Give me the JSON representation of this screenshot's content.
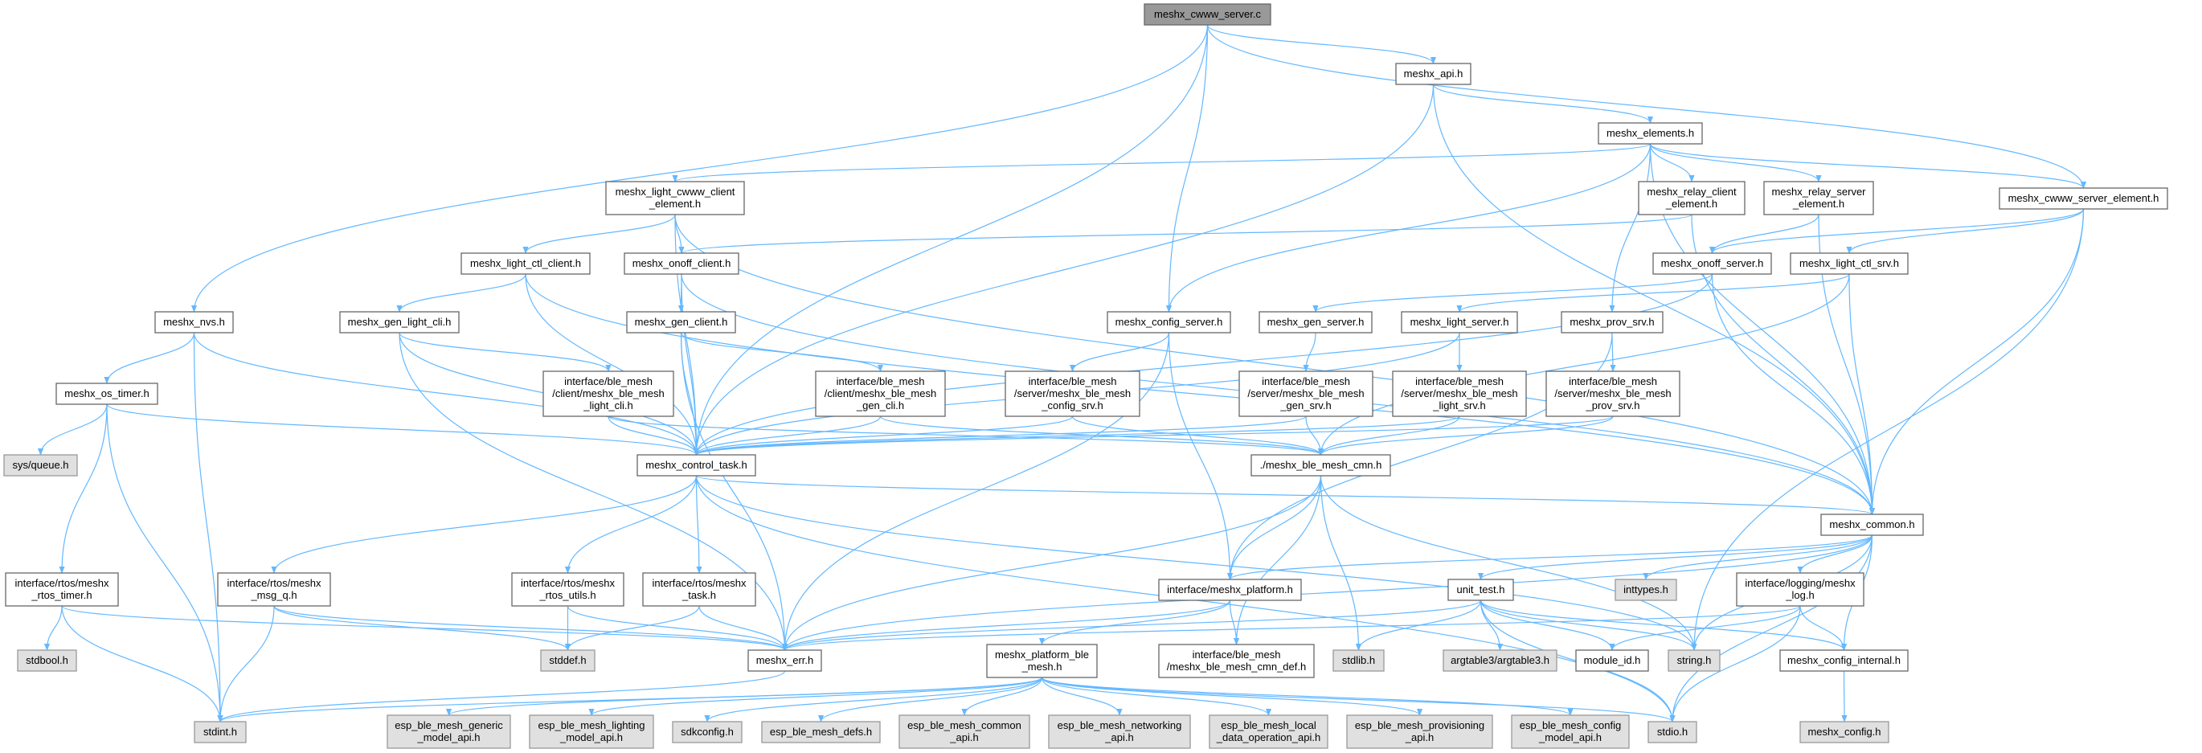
{
  "title": "meshx_cwww_server.c",
  "colors": {
    "edge": "#63b8ff",
    "root_fill": "#999999",
    "external_fill": "#e0e0e0",
    "file_fill": "#ffffff"
  },
  "nodes": [
    {
      "id": "root",
      "lines": [
        "meshx_cwww_server.c"
      ],
      "kind": "root"
    },
    {
      "id": "api",
      "lines": [
        "meshx_api.h"
      ],
      "kind": "file"
    },
    {
      "id": "elements",
      "lines": [
        "meshx_elements.h"
      ],
      "kind": "file"
    },
    {
      "id": "lcwwwce",
      "lines": [
        "meshx_light_cwww_client",
        "_element.h"
      ],
      "kind": "file"
    },
    {
      "id": "rce",
      "lines": [
        "meshx_relay_client",
        "_element.h"
      ],
      "kind": "file"
    },
    {
      "id": "rse",
      "lines": [
        "meshx_relay_server",
        "_element.h"
      ],
      "kind": "file"
    },
    {
      "id": "cwwwse",
      "lines": [
        "meshx_cwww_server_element.h"
      ],
      "kind": "file"
    },
    {
      "id": "lctlc",
      "lines": [
        "meshx_light_ctl_client.h"
      ],
      "kind": "file"
    },
    {
      "id": "onoffc",
      "lines": [
        "meshx_onoff_client.h"
      ],
      "kind": "file"
    },
    {
      "id": "onoffs",
      "lines": [
        "meshx_onoff_server.h"
      ],
      "kind": "file"
    },
    {
      "id": "lctls",
      "lines": [
        "meshx_light_ctl_srv.h"
      ],
      "kind": "file"
    },
    {
      "id": "nvs",
      "lines": [
        "meshx_nvs.h"
      ],
      "kind": "file"
    },
    {
      "id": "glc",
      "lines": [
        "meshx_gen_light_cli.h"
      ],
      "kind": "file"
    },
    {
      "id": "gc",
      "lines": [
        "meshx_gen_client.h"
      ],
      "kind": "file"
    },
    {
      "id": "cfgs",
      "lines": [
        "meshx_config_server.h"
      ],
      "kind": "file"
    },
    {
      "id": "gs",
      "lines": [
        "meshx_gen_server.h"
      ],
      "kind": "file"
    },
    {
      "id": "ls",
      "lines": [
        "meshx_light_server.h"
      ],
      "kind": "file"
    },
    {
      "id": "ps",
      "lines": [
        "meshx_prov_srv.h"
      ],
      "kind": "file"
    },
    {
      "id": "ostimer",
      "lines": [
        "meshx_os_timer.h"
      ],
      "kind": "file"
    },
    {
      "id": "ilc",
      "lines": [
        "interface/ble_mesh",
        "/client/meshx_ble_mesh",
        "_light_cli.h"
      ],
      "kind": "file"
    },
    {
      "id": "igc",
      "lines": [
        "interface/ble_mesh",
        "/client/meshx_ble_mesh",
        "_gen_cli.h"
      ],
      "kind": "file"
    },
    {
      "id": "icfg",
      "lines": [
        "interface/ble_mesh",
        "/server/meshx_ble_mesh",
        "_config_srv.h"
      ],
      "kind": "file"
    },
    {
      "id": "igs",
      "lines": [
        "interface/ble_mesh",
        "/server/meshx_ble_mesh",
        "_gen_srv.h"
      ],
      "kind": "file"
    },
    {
      "id": "ils",
      "lines": [
        "interface/ble_mesh",
        "/server/meshx_ble_mesh",
        "_light_srv.h"
      ],
      "kind": "file"
    },
    {
      "id": "ips",
      "lines": [
        "interface/ble_mesh",
        "/server/meshx_ble_mesh",
        "_prov_srv.h"
      ],
      "kind": "file"
    },
    {
      "id": "sysq",
      "lines": [
        "sys/queue.h"
      ],
      "kind": "external"
    },
    {
      "id": "ctask",
      "lines": [
        "meshx_control_task.h"
      ],
      "kind": "file"
    },
    {
      "id": "cmn",
      "lines": [
        "./meshx_ble_mesh_cmn.h"
      ],
      "kind": "file"
    },
    {
      "id": "common",
      "lines": [
        "meshx_common.h"
      ],
      "kind": "file"
    },
    {
      "id": "rtimer",
      "lines": [
        "interface/rtos/meshx",
        "_rtos_timer.h"
      ],
      "kind": "file"
    },
    {
      "id": "msgq",
      "lines": [
        "interface/rtos/meshx",
        "_msg_q.h"
      ],
      "kind": "file"
    },
    {
      "id": "rutils",
      "lines": [
        "interface/rtos/meshx",
        "_rtos_utils.h"
      ],
      "kind": "file"
    },
    {
      "id": "rtask",
      "lines": [
        "interface/rtos/meshx",
        "_task.h"
      ],
      "kind": "file"
    },
    {
      "id": "platform",
      "lines": [
        "interface/meshx_platform.h"
      ],
      "kind": "file"
    },
    {
      "id": "unittest",
      "lines": [
        "unit_test.h"
      ],
      "kind": "file"
    },
    {
      "id": "inttypes",
      "lines": [
        "inttypes.h"
      ],
      "kind": "external"
    },
    {
      "id": "log",
      "lines": [
        "interface/logging/meshx",
        "_log.h"
      ],
      "kind": "file"
    },
    {
      "id": "stdbool",
      "lines": [
        "stdbool.h"
      ],
      "kind": "external"
    },
    {
      "id": "stddef",
      "lines": [
        "stddef.h"
      ],
      "kind": "external"
    },
    {
      "id": "err",
      "lines": [
        "meshx_err.h"
      ],
      "kind": "file"
    },
    {
      "id": "pbm",
      "lines": [
        "meshx_platform_ble",
        "_mesh.h"
      ],
      "kind": "file"
    },
    {
      "id": "cmndef",
      "lines": [
        "interface/ble_mesh",
        "/meshx_ble_mesh_cmn_def.h"
      ],
      "kind": "file"
    },
    {
      "id": "stdlib",
      "lines": [
        "stdlib.h"
      ],
      "kind": "external"
    },
    {
      "id": "argtable",
      "lines": [
        "argtable3/argtable3.h"
      ],
      "kind": "external"
    },
    {
      "id": "moduleid",
      "lines": [
        "module_id.h"
      ],
      "kind": "file"
    },
    {
      "id": "string",
      "lines": [
        "string.h"
      ],
      "kind": "external"
    },
    {
      "id": "cfgint",
      "lines": [
        "meshx_config_internal.h"
      ],
      "kind": "file"
    },
    {
      "id": "stdint",
      "lines": [
        "stdint.h"
      ],
      "kind": "external"
    },
    {
      "id": "generic",
      "lines": [
        "esp_ble_mesh_generic",
        "_model_api.h"
      ],
      "kind": "external"
    },
    {
      "id": "lighting",
      "lines": [
        "esp_ble_mesh_lighting",
        "_model_api.h"
      ],
      "kind": "external"
    },
    {
      "id": "sdkconfig",
      "lines": [
        "sdkconfig.h"
      ],
      "kind": "external"
    },
    {
      "id": "defs",
      "lines": [
        "esp_ble_mesh_defs.h"
      ],
      "kind": "external"
    },
    {
      "id": "commonapi",
      "lines": [
        "esp_ble_mesh_common",
        "_api.h"
      ],
      "kind": "external"
    },
    {
      "id": "networking",
      "lines": [
        "esp_ble_mesh_networking",
        "_api.h"
      ],
      "kind": "external"
    },
    {
      "id": "localdata",
      "lines": [
        "esp_ble_mesh_local",
        "_data_operation_api.h"
      ],
      "kind": "external"
    },
    {
      "id": "provisioning",
      "lines": [
        "esp_ble_mesh_provisioning",
        "_api.h"
      ],
      "kind": "external"
    },
    {
      "id": "configmodel",
      "lines": [
        "esp_ble_mesh_config",
        "_model_api.h"
      ],
      "kind": "external"
    },
    {
      "id": "stdio",
      "lines": [
        "stdio.h"
      ],
      "kind": "external"
    },
    {
      "id": "meshxconfig",
      "lines": [
        "meshx_config.h"
      ],
      "kind": "external"
    }
  ],
  "edges": [
    [
      "root",
      "nvs"
    ],
    [
      "root",
      "ctask"
    ],
    [
      "root",
      "cfgs"
    ],
    [
      "root",
      "api"
    ],
    [
      "root",
      "cwwwse"
    ],
    [
      "api",
      "ctask"
    ],
    [
      "api",
      "elements"
    ],
    [
      "api",
      "common"
    ],
    [
      "elements",
      "lcwwwce"
    ],
    [
      "elements",
      "cfgs"
    ],
    [
      "elements",
      "rce"
    ],
    [
      "elements",
      "rse"
    ],
    [
      "elements",
      "cwwwse"
    ],
    [
      "elements",
      "ps"
    ],
    [
      "elements",
      "common"
    ],
    [
      "lcwwwce",
      "lctlc"
    ],
    [
      "lcwwwce",
      "onoffc"
    ],
    [
      "lcwwwce",
      "ctask"
    ],
    [
      "lcwwwce",
      "common"
    ],
    [
      "rce",
      "onoffc"
    ],
    [
      "rce",
      "common"
    ],
    [
      "rse",
      "onoffs"
    ],
    [
      "rse",
      "common"
    ],
    [
      "cwwwse",
      "onoffs"
    ],
    [
      "cwwwse",
      "lctls"
    ],
    [
      "cwwwse",
      "common"
    ],
    [
      "cwwwse",
      "string"
    ],
    [
      "lctlc",
      "glc"
    ],
    [
      "lctlc",
      "ctask"
    ],
    [
      "lctlc",
      "common"
    ],
    [
      "onoffc",
      "gc"
    ],
    [
      "onoffc",
      "ctask"
    ],
    [
      "onoffc",
      "common"
    ],
    [
      "onoffs",
      "gs"
    ],
    [
      "onoffs",
      "ctask"
    ],
    [
      "onoffs",
      "common"
    ],
    [
      "lctls",
      "ls"
    ],
    [
      "lctls",
      "cmn"
    ],
    [
      "lctls",
      "common"
    ],
    [
      "glc",
      "ilc"
    ],
    [
      "glc",
      "ctask"
    ],
    [
      "glc",
      "err"
    ],
    [
      "gc",
      "igc"
    ],
    [
      "gc",
      "ctask"
    ],
    [
      "gc",
      "err"
    ],
    [
      "nvs",
      "ostimer"
    ],
    [
      "nvs",
      "ctask"
    ],
    [
      "nvs",
      "stdint"
    ],
    [
      "ostimer",
      "sysq"
    ],
    [
      "ostimer",
      "rtimer"
    ],
    [
      "ostimer",
      "stdint"
    ],
    [
      "ostimer",
      "ctask"
    ],
    [
      "cfgs",
      "icfg"
    ],
    [
      "cfgs",
      "err"
    ],
    [
      "cfgs",
      "platform"
    ],
    [
      "gs",
      "igs"
    ],
    [
      "ls",
      "ils"
    ],
    [
      "ls",
      "ctask"
    ],
    [
      "ps",
      "ips"
    ],
    [
      "ps",
      "platform"
    ],
    [
      "ilc",
      "ctask"
    ],
    [
      "ilc",
      "cmn"
    ],
    [
      "igc",
      "ctask"
    ],
    [
      "igc",
      "cmn"
    ],
    [
      "icfg",
      "ctask"
    ],
    [
      "icfg",
      "cmn"
    ],
    [
      "igs",
      "ctask"
    ],
    [
      "igs",
      "cmn"
    ],
    [
      "ils",
      "ctask"
    ],
    [
      "ils",
      "cmn"
    ],
    [
      "ips",
      "ctask"
    ],
    [
      "ips",
      "cmn"
    ],
    [
      "ctask",
      "msgq"
    ],
    [
      "ctask",
      "rutils"
    ],
    [
      "ctask",
      "rtask"
    ],
    [
      "ctask",
      "common"
    ],
    [
      "ctask",
      "string"
    ],
    [
      "ctask",
      "stdio"
    ],
    [
      "cmn",
      "platform"
    ],
    [
      "cmn",
      "err"
    ],
    [
      "cmn",
      "cmndef"
    ],
    [
      "cmn",
      "stdlib"
    ],
    [
      "cmn",
      "string"
    ],
    [
      "rtimer",
      "stdbool"
    ],
    [
      "rtimer",
      "stdint"
    ],
    [
      "rtimer",
      "err"
    ],
    [
      "msgq",
      "stdint"
    ],
    [
      "msgq",
      "stddef"
    ],
    [
      "msgq",
      "err"
    ],
    [
      "rutils",
      "stddef"
    ],
    [
      "rutils",
      "err"
    ],
    [
      "rtask",
      "stddef"
    ],
    [
      "rtask",
      "err"
    ],
    [
      "platform",
      "err"
    ],
    [
      "platform",
      "pbm"
    ],
    [
      "platform",
      "cmndef"
    ],
    [
      "pbm",
      "stdint"
    ],
    [
      "pbm",
      "generic"
    ],
    [
      "pbm",
      "lighting"
    ],
    [
      "pbm",
      "sdkconfig"
    ],
    [
      "pbm",
      "defs"
    ],
    [
      "pbm",
      "commonapi"
    ],
    [
      "pbm",
      "networking"
    ],
    [
      "pbm",
      "localdata"
    ],
    [
      "pbm",
      "provisioning"
    ],
    [
      "pbm",
      "configmodel"
    ],
    [
      "pbm",
      "stdio"
    ],
    [
      "err",
      "stdint"
    ],
    [
      "common",
      "platform"
    ],
    [
      "common",
      "err"
    ],
    [
      "common",
      "unittest"
    ],
    [
      "common",
      "inttypes"
    ],
    [
      "common",
      "log"
    ],
    [
      "common",
      "string"
    ],
    [
      "common",
      "cfgint"
    ],
    [
      "common",
      "stdio"
    ],
    [
      "unittest",
      "err"
    ],
    [
      "unittest",
      "stdlib"
    ],
    [
      "unittest",
      "argtable"
    ],
    [
      "unittest",
      "moduleid"
    ],
    [
      "unittest",
      "string"
    ],
    [
      "unittest",
      "cfgint"
    ],
    [
      "unittest",
      "stdio"
    ],
    [
      "log",
      "err"
    ],
    [
      "log",
      "moduleid"
    ],
    [
      "log",
      "cfgint"
    ],
    [
      "log",
      "stdio"
    ],
    [
      "cfgint",
      "meshxconfig"
    ]
  ]
}
